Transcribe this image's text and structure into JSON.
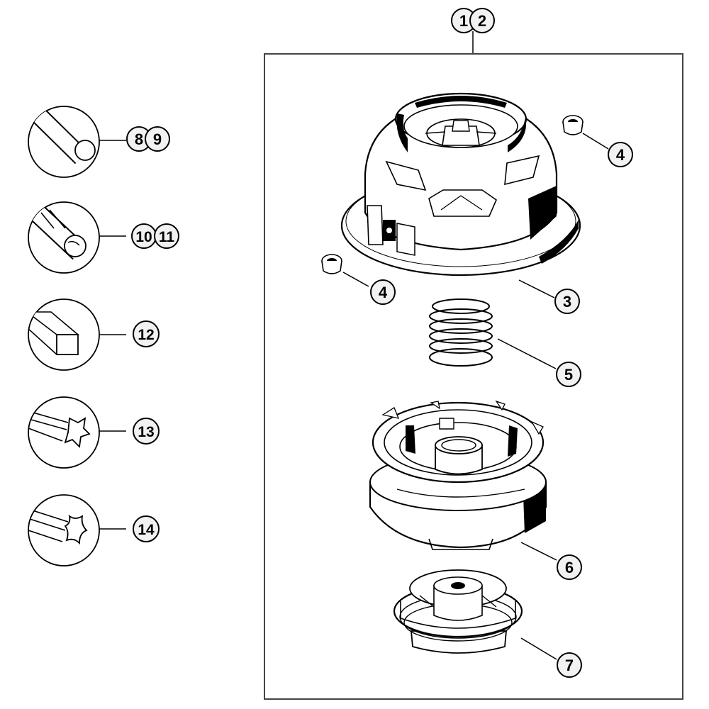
{
  "callouts": {
    "c1": "1",
    "c2": "2",
    "c3": "3",
    "c4a": "4",
    "c4b": "4",
    "c5": "5",
    "c6": "6",
    "c7": "7",
    "c8": "8",
    "c9": "9",
    "c10": "10",
    "c11": "11",
    "c12": "12",
    "c13": "13",
    "c14": "14"
  },
  "colors": {
    "line": "#000000",
    "frame": "#444444",
    "callout_fill": "#f2f2f2",
    "part_fill": "#ffffff",
    "shade": "#e6e6e6"
  },
  "icons": {
    "line_round": "round-trimmer-line-icon",
    "line_twisted": "twisted-trimmer-line-icon",
    "line_square": "square-trimmer-line-icon",
    "line_star": "star-trimmer-line-icon",
    "line_cross": "cross-trimmer-line-icon",
    "housing": "trimmer-head-housing-icon",
    "eyelet": "eyelet-icon",
    "spring": "spring-icon",
    "spool": "spool-icon",
    "bump_knob": "bump-knob-icon"
  }
}
